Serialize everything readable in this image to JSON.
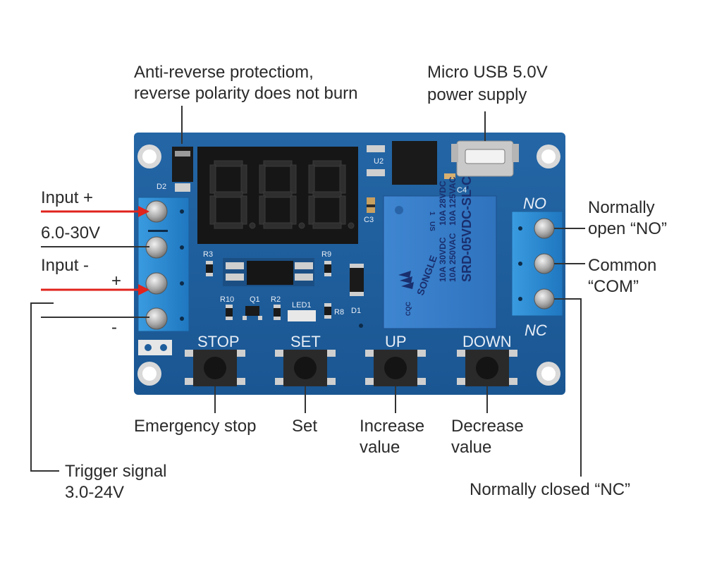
{
  "annotations": {
    "anti_reverse": [
      "Anti-reverse protectiom,",
      "reverse polarity does not burn"
    ],
    "usb_power": [
      "Micro USB 5.0V",
      "power supply"
    ],
    "input_plus": "Input +",
    "voltage_range": "6.0-30V",
    "input_minus": "Input -",
    "trigger_plus": "+",
    "trigger_minus": "-",
    "normally_open": [
      "Normally",
      "open “NO”"
    ],
    "common": [
      "Common",
      "“COM”"
    ],
    "emergency_stop": "Emergency stop",
    "set": "Set",
    "increase_value": [
      "Increase",
      "value"
    ],
    "decrease_value": [
      "Decrease",
      "value"
    ],
    "trigger_signal": [
      "Trigger signal",
      "3.0-24V"
    ],
    "normally_closed": "Normally closed “NC”"
  },
  "board": {
    "buttons": [
      "STOP",
      "SET",
      "UP",
      "DOWN"
    ],
    "terminal_labels": {
      "no": "NO",
      "nc": "NC"
    },
    "components": [
      "D2",
      "U2",
      "C3",
      "C4",
      "R3",
      "R9",
      "R10",
      "Q1",
      "R2",
      "LED1",
      "R8",
      "D1"
    ],
    "relay": {
      "brand": "SONGLE",
      "model": "SRD-05VDC-SL-C",
      "ratings": [
        "10A 250VAC",
        "10A 30VDC",
        "10A 125VAC",
        "10A 28VDC"
      ],
      "marks": [
        "1",
        "US",
        "CQC"
      ]
    }
  },
  "colors": {
    "pcb": "#1f5e9c",
    "terminal": "#2d8fd6",
    "arrow_red": "#e0231c",
    "display": "#1a1a1a"
  }
}
